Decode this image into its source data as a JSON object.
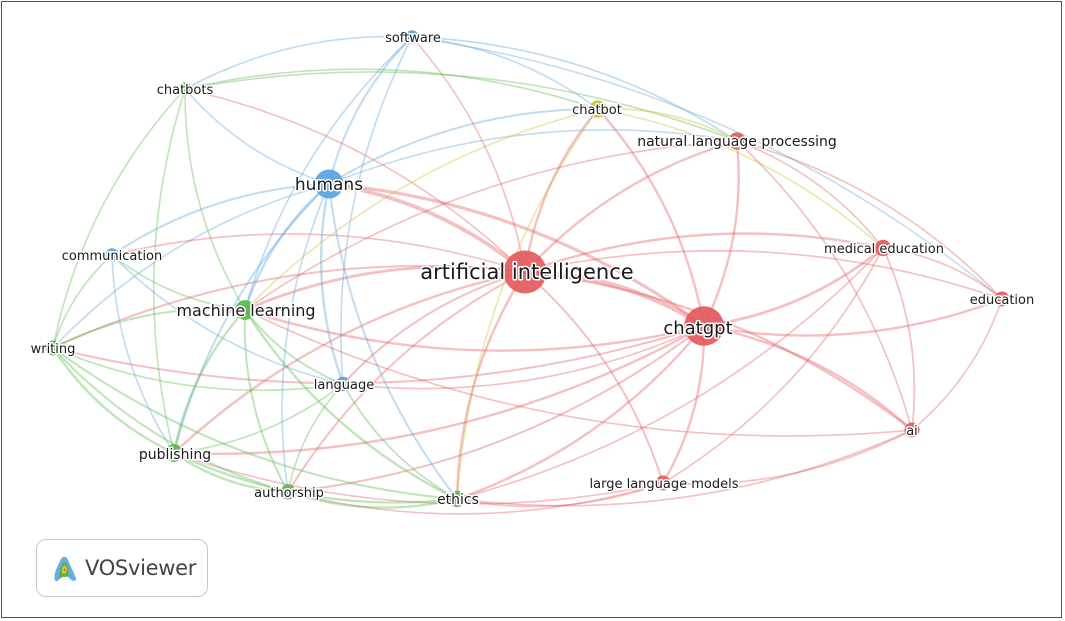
{
  "colors": {
    "cluster_red": "#e35a5e",
    "cluster_green": "#58b84a",
    "cluster_blue": "#5aa3dc",
    "cluster_yellow": "#c8bf2c",
    "frame_border": "#1f5f8b"
  },
  "network": {
    "nodes": [
      {
        "id": "artificial-intelligence",
        "label": "artificial intelligence",
        "cluster": "red",
        "weight": 5
      },
      {
        "id": "chatgpt",
        "label": "chatgpt",
        "cluster": "red",
        "weight": 4.5
      },
      {
        "id": "natural-language-processing",
        "label": "natural language processing",
        "cluster": "red",
        "weight": 1.3
      },
      {
        "id": "medical-education",
        "label": "medical education",
        "cluster": "red",
        "weight": 1.2
      },
      {
        "id": "education",
        "label": "education",
        "cluster": "red",
        "weight": 1
      },
      {
        "id": "ai",
        "label": "ai",
        "cluster": "red",
        "weight": 1
      },
      {
        "id": "large-language-models",
        "label": "large language models",
        "cluster": "red",
        "weight": 1
      },
      {
        "id": "chatbot",
        "label": "chatbot",
        "cluster": "yellow",
        "weight": 1.3
      },
      {
        "id": "humans",
        "label": "humans",
        "cluster": "blue",
        "weight": 3
      },
      {
        "id": "software",
        "label": "software",
        "cluster": "blue",
        "weight": 0.8
      },
      {
        "id": "communication",
        "label": "communication",
        "cluster": "blue",
        "weight": 0.8
      },
      {
        "id": "language",
        "label": "language",
        "cluster": "blue",
        "weight": 0.9
      },
      {
        "id": "machine-learning",
        "label": "machine learning",
        "cluster": "green",
        "weight": 1.7
      },
      {
        "id": "chatbots",
        "label": "chatbots",
        "cluster": "green",
        "weight": 0.8
      },
      {
        "id": "writing",
        "label": "writing",
        "cluster": "green",
        "weight": 1
      },
      {
        "id": "publishing",
        "label": "publishing",
        "cluster": "green",
        "weight": 1.4
      },
      {
        "id": "authorship",
        "label": "authorship",
        "cluster": "green",
        "weight": 1
      },
      {
        "id": "ethics",
        "label": "ethics",
        "cluster": "green",
        "weight": 1.2
      }
    ],
    "links": [
      [
        "artificial-intelligence",
        "chatgpt",
        5
      ],
      [
        "artificial-intelligence",
        "humans",
        4
      ],
      [
        "artificial-intelligence",
        "natural-language-processing",
        2
      ],
      [
        "artificial-intelligence",
        "medical-education",
        2
      ],
      [
        "artificial-intelligence",
        "education",
        1
      ],
      [
        "artificial-intelligence",
        "ai",
        2
      ],
      [
        "artificial-intelligence",
        "large-language-models",
        1.5
      ],
      [
        "artificial-intelligence",
        "chatbot",
        2
      ],
      [
        "artificial-intelligence",
        "machine-learning",
        2.5
      ],
      [
        "artificial-intelligence",
        "ethics",
        2
      ],
      [
        "artificial-intelligence",
        "publishing",
        2
      ],
      [
        "artificial-intelligence",
        "authorship",
        1.5
      ],
      [
        "artificial-intelligence",
        "writing",
        1.5
      ],
      [
        "artificial-intelligence",
        "language",
        1.5
      ],
      [
        "artificial-intelligence",
        "software",
        1
      ],
      [
        "artificial-intelligence",
        "chatbots",
        1
      ],
      [
        "artificial-intelligence",
        "communication",
        1
      ],
      [
        "chatgpt",
        "humans",
        3
      ],
      [
        "chatgpt",
        "natural-language-processing",
        2
      ],
      [
        "chatgpt",
        "medical-education",
        2.5
      ],
      [
        "chatgpt",
        "education",
        2
      ],
      [
        "chatgpt",
        "ai",
        2
      ],
      [
        "chatgpt",
        "large-language-models",
        2
      ],
      [
        "chatgpt",
        "chatbot",
        2
      ],
      [
        "chatgpt",
        "machine-learning",
        2
      ],
      [
        "chatgpt",
        "ethics",
        2
      ],
      [
        "chatgpt",
        "publishing",
        2
      ],
      [
        "chatgpt",
        "authorship",
        1.5
      ],
      [
        "chatgpt",
        "writing",
        1.5
      ],
      [
        "chatgpt",
        "language",
        1
      ],
      [
        "humans",
        "software",
        1.5
      ],
      [
        "humans",
        "chatbots",
        1
      ],
      [
        "humans",
        "communication",
        1.5
      ],
      [
        "humans",
        "language",
        2
      ],
      [
        "humans",
        "machine-learning",
        2
      ],
      [
        "humans",
        "publishing",
        1.5
      ],
      [
        "humans",
        "writing",
        1
      ],
      [
        "humans",
        "ethics",
        1.5
      ],
      [
        "humans",
        "chatbot",
        1.5
      ],
      [
        "humans",
        "authorship",
        1
      ],
      [
        "humans",
        "natural-language-processing",
        1
      ],
      [
        "software",
        "chatbots",
        1
      ],
      [
        "software",
        "chatbot",
        1
      ],
      [
        "software",
        "language",
        1
      ],
      [
        "software",
        "natural-language-processing",
        1
      ],
      [
        "software",
        "machine-learning",
        1
      ],
      [
        "software",
        "education",
        0.8
      ],
      [
        "chatbots",
        "chatbot",
        1
      ],
      [
        "chatbots",
        "machine-learning",
        1
      ],
      [
        "chatbots",
        "publishing",
        1
      ],
      [
        "chatbots",
        "natural-language-processing",
        1
      ],
      [
        "chatbots",
        "writing",
        1
      ],
      [
        "chatbot",
        "natural-language-processing",
        1.5
      ],
      [
        "chatbot",
        "medical-education",
        1
      ],
      [
        "chatbot",
        "ethics",
        1
      ],
      [
        "chatbot",
        "machine-learning",
        1
      ],
      [
        "natural-language-processing",
        "medical-education",
        1
      ],
      [
        "natural-language-processing",
        "education",
        1
      ],
      [
        "natural-language-processing",
        "ai",
        1
      ],
      [
        "natural-language-processing",
        "machine-learning",
        1
      ],
      [
        "medical-education",
        "education",
        1
      ],
      [
        "medical-education",
        "ai",
        1.2
      ],
      [
        "medical-education",
        "large-language-models",
        1
      ],
      [
        "medical-education",
        "ethics",
        1
      ],
      [
        "education",
        "ai",
        1
      ],
      [
        "ai",
        "large-language-models",
        1
      ],
      [
        "ai",
        "ethics",
        1
      ],
      [
        "ai",
        "machine-learning",
        1
      ],
      [
        "large-language-models",
        "ethics",
        1
      ],
      [
        "large-language-models",
        "publishing",
        1
      ],
      [
        "large-language-models",
        "authorship",
        1
      ],
      [
        "machine-learning",
        "publishing",
        2
      ],
      [
        "machine-learning",
        "writing",
        1.5
      ],
      [
        "machine-learning",
        "ethics",
        2
      ],
      [
        "machine-learning",
        "authorship",
        1.5
      ],
      [
        "machine-learning",
        "language",
        1.5
      ],
      [
        "machine-learning",
        "communication",
        1
      ],
      [
        "writing",
        "publishing",
        2
      ],
      [
        "writing",
        "ethics",
        1.5
      ],
      [
        "writing",
        "authorship",
        1.5
      ],
      [
        "writing",
        "communication",
        1
      ],
      [
        "writing",
        "language",
        1
      ],
      [
        "publishing",
        "authorship",
        2
      ],
      [
        "publishing",
        "ethics",
        2
      ],
      [
        "publishing",
        "language",
        1
      ],
      [
        "authorship",
        "ethics",
        2
      ],
      [
        "authorship",
        "language",
        1
      ],
      [
        "ethics",
        "language",
        1.2
      ],
      [
        "communication",
        "language",
        1
      ],
      [
        "communication",
        "publishing",
        1
      ]
    ]
  },
  "logo": {
    "text": "VOSviewer",
    "icon": "vosviewer-icon"
  }
}
